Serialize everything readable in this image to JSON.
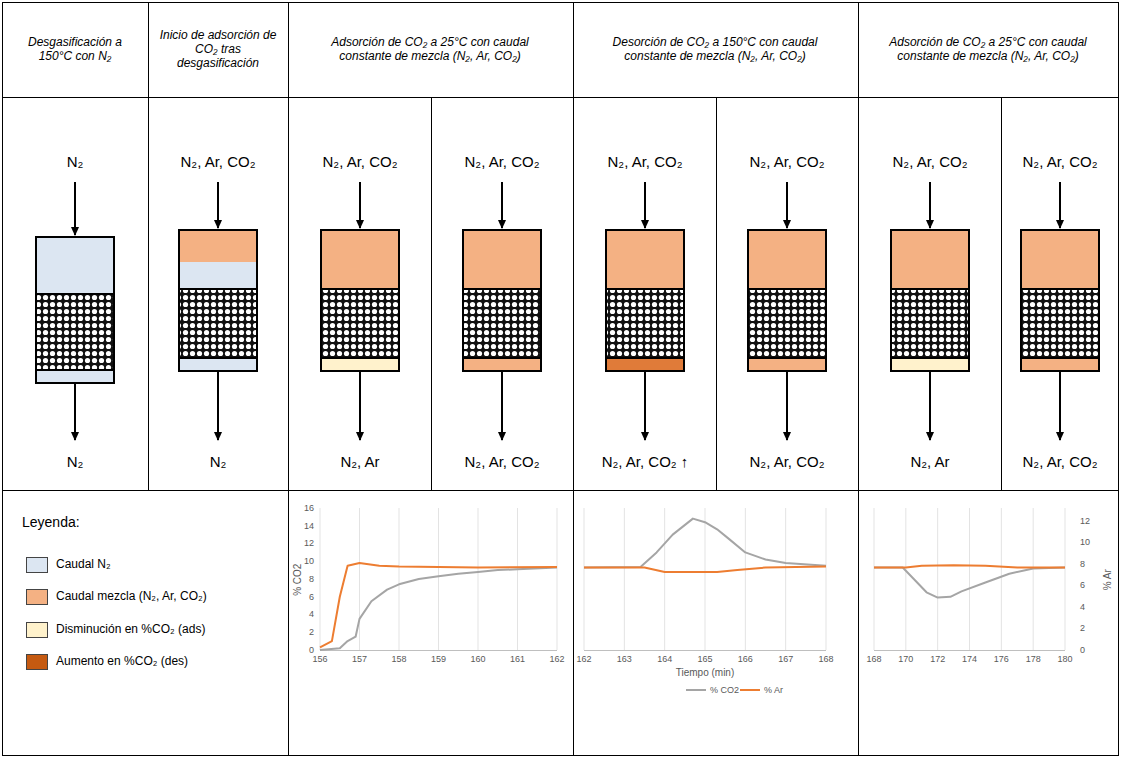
{
  "diagram": {
    "labels": [
      "Desgasificación a 150°C con N₂",
      "Inicio de adsorción de CO₂ tras desgasificación",
      "Adsorción de CO₂ a 25°C con caudal constante de mezcla (N₂, Ar, CO₂)",
      "Desorción de CO₂ a 150°C con caudal constante de mezcla (N₂, Ar, CO₂)",
      "Adsorción de CO₂ a 25°C con caudal constante de mezcla (N₂, Ar, CO₂)",
      "N₂",
      "N₂, Ar, CO₂",
      "N₂, Ar, CO₂",
      "N₂, Ar, CO₂",
      "N₂, Ar, CO₂",
      "N₂, Ar, CO₂",
      "N₂, Ar, CO₂",
      "N₂, Ar, CO₂",
      "N₂",
      "N₂",
      "N₂, Ar",
      "N₂, Ar, CO₂",
      "N₂, Ar, CO₂ ↑",
      "N₂, Ar, CO₂",
      "N₂, Ar",
      "N₂, Ar, CO₂",
      "Leyenda:",
      "0",
      "2",
      "4",
      "6",
      "8",
      "10",
      "12",
      "14",
      "16",
      "% CO2",
      "156",
      "157",
      "158",
      "159",
      "160",
      "161",
      "162",
      "162",
      "163",
      "164",
      "165",
      "166",
      "167",
      "168",
      "Tiempo (min)",
      "168",
      "170",
      "172",
      "174",
      "176",
      "178",
      "180",
      "0",
      "2",
      "4",
      "6",
      "8",
      "10",
      "12",
      "% Ar"
    ],
    "legend": [
      {
        "text": "Caudal N₂",
        "color": "#dce6f2"
      },
      {
        "text": "Caudal mezcla (N₂, Ar, CO₂)",
        "color": "#f4b183"
      },
      {
        "text": "Disminución en %CO₂ (ads)",
        "color": "#fff2cc"
      },
      {
        "text": "Aumento en %CO₂ (des)",
        "color": "#c55a11"
      },
      {
        "text": "% CO2"
      },
      {
        "text": "% Ar"
      }
    ]
  }
}
